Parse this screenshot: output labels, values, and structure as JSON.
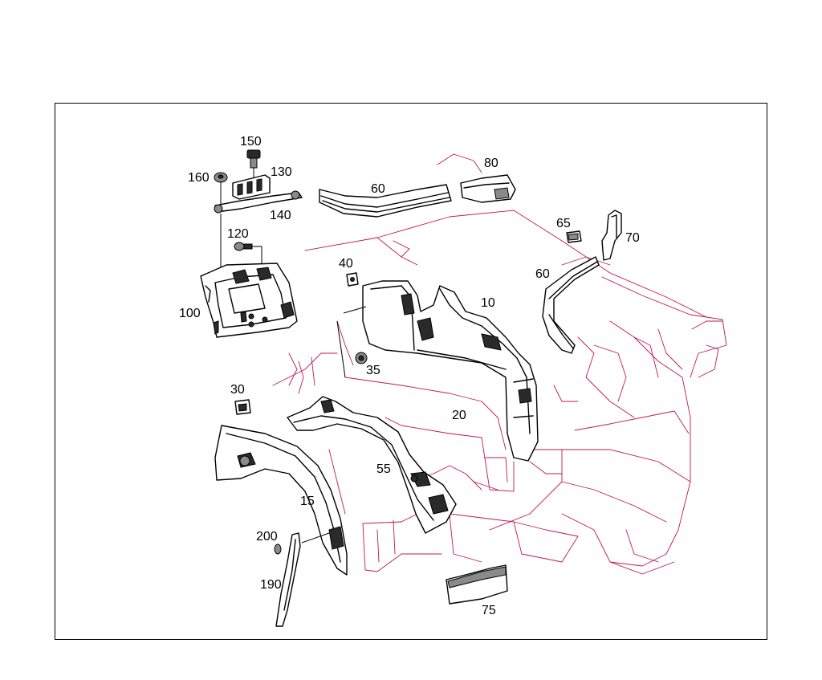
{
  "diagram": {
    "callouts": {
      "c150": "150",
      "c160": "160",
      "c130": "130",
      "c140": "140",
      "c120": "120",
      "c100": "100",
      "c60a": "60",
      "c80": "80",
      "c65": "65",
      "c70": "70",
      "c60b": "60",
      "c40": "40",
      "c10": "10",
      "c35": "35",
      "c30": "30",
      "c20": "20",
      "c55": "55",
      "c15": "15",
      "c200": "200",
      "c190": "190",
      "c75": "75"
    },
    "colors": {
      "outline": "#000000",
      "context_lines": "#c2184e",
      "frame": "#000000",
      "background": "#ffffff"
    }
  }
}
